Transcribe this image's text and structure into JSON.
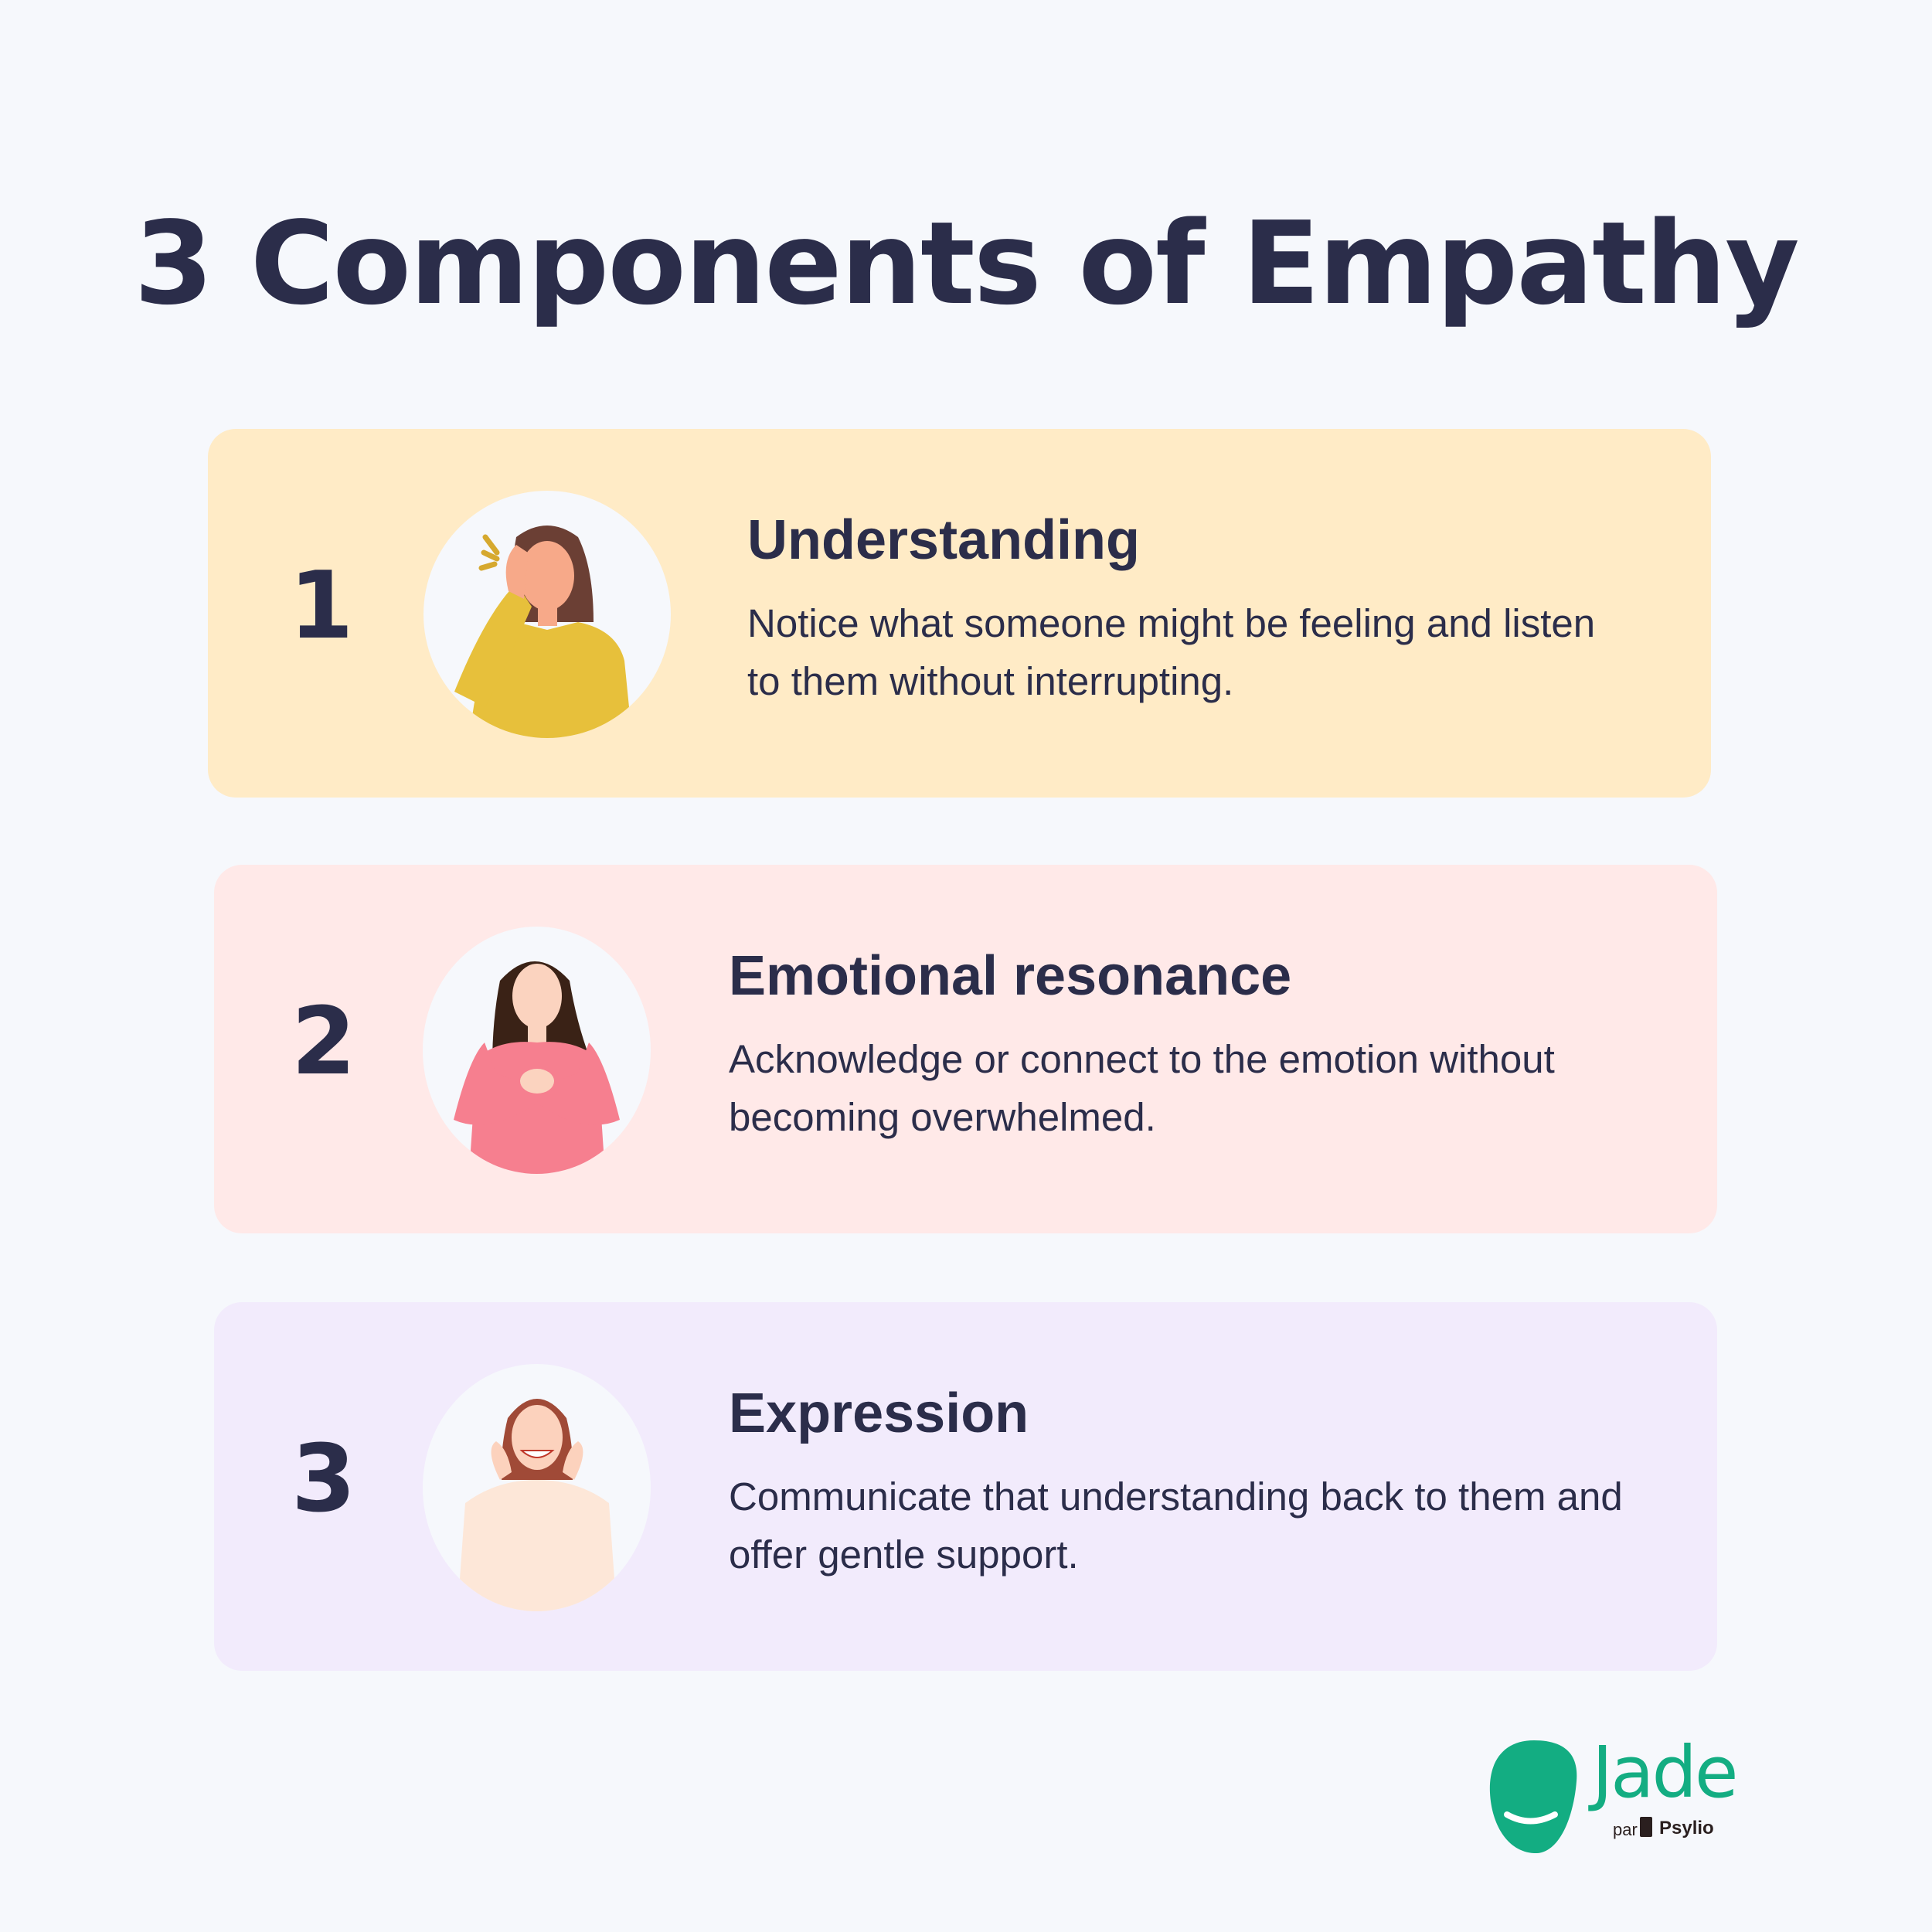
{
  "title": "3 Components of Empathy",
  "components": [
    {
      "number": "1",
      "heading": "Understanding",
      "body": "Notice what someone might be feeling and listen to them without interrupting.",
      "color": "#ffebc6",
      "illustration": "woman-listening-icon"
    },
    {
      "number": "2",
      "heading": "Emotional resonance",
      "body": "Acknowledge or connect to the emotion without becoming overwhelmed.",
      "color": "#ffe9e8",
      "illustration": "woman-hands-on-heart-icon"
    },
    {
      "number": "3",
      "heading": "Expression",
      "body": "Communicate that understanding back to them and offer gentle support.",
      "color": "#f2ebfc",
      "illustration": "woman-smiling-icon"
    }
  ],
  "logo": {
    "brand": "Jade",
    "by": "par",
    "parent": "Psylio",
    "color": "#13ad82"
  }
}
